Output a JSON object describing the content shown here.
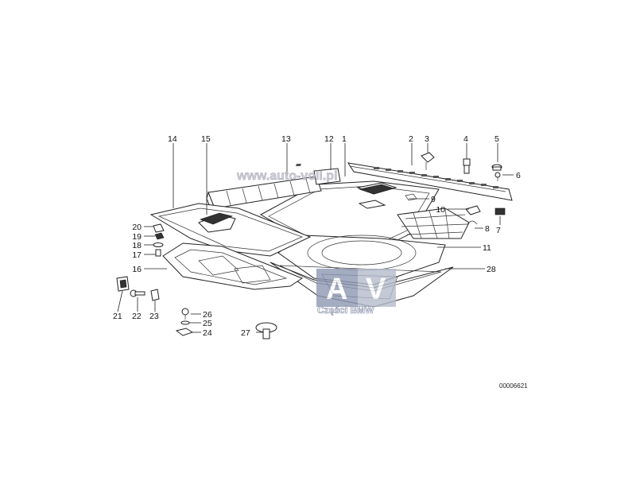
{
  "callouts": [
    "1",
    "2",
    "3",
    "4",
    "5",
    "6",
    "7",
    "8",
    "9",
    "10",
    "11",
    "12",
    "13",
    "14",
    "15",
    "16",
    "17",
    "18",
    "19",
    "20",
    "21",
    "22",
    "23",
    "24",
    "25",
    "26",
    "27",
    "28"
  ],
  "watermark": {
    "url": "www.auto-voll.pl",
    "badge_left": "A",
    "badge_right": "V",
    "caption": "Części BMW"
  },
  "reference_code": "00006621"
}
